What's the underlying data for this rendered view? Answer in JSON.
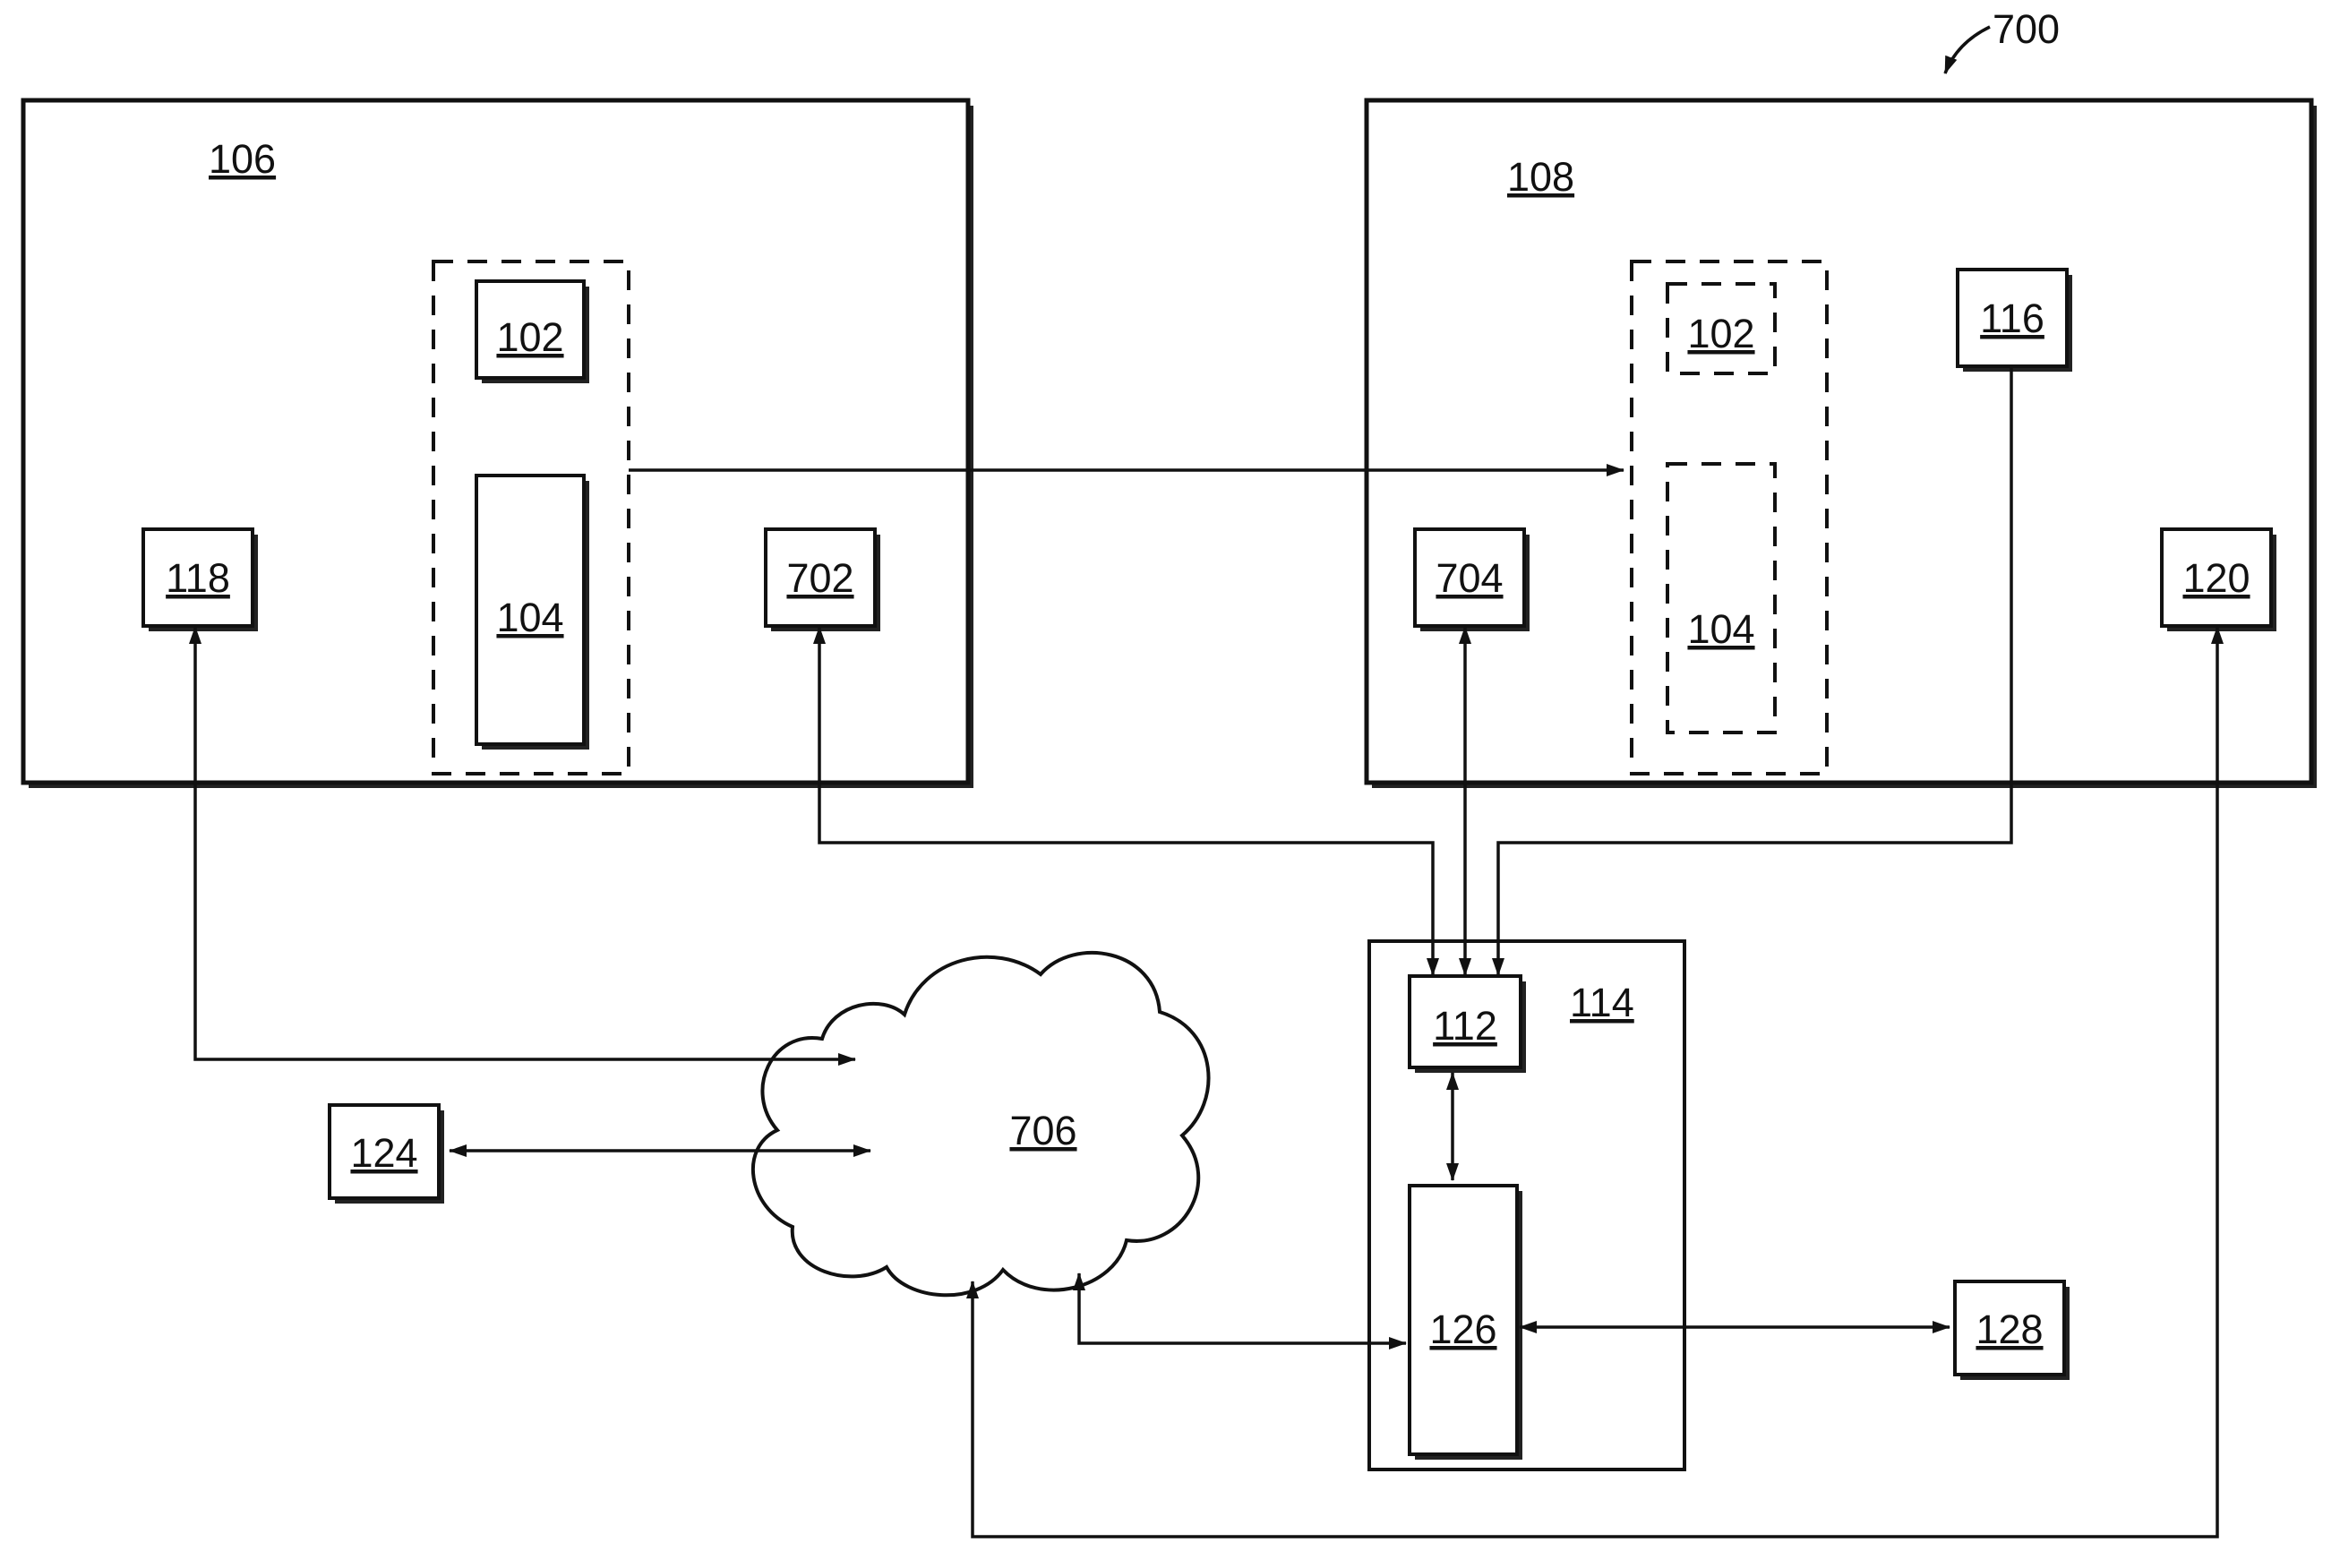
{
  "figure_ref": "700",
  "regions": {
    "left_system": "106",
    "right_system": "108",
    "server_group": "114"
  },
  "blocks": {
    "b102_left": "102",
    "b104_left": "104",
    "b118": "118",
    "b702": "702",
    "b102_right": "102",
    "b104_right": "104",
    "b116": "116",
    "b704": "704",
    "b120": "120",
    "b112": "112",
    "b126": "126",
    "b128": "128",
    "b124": "124",
    "network": "706"
  },
  "colors": {
    "ink": "#111111",
    "background": "#ffffff"
  }
}
